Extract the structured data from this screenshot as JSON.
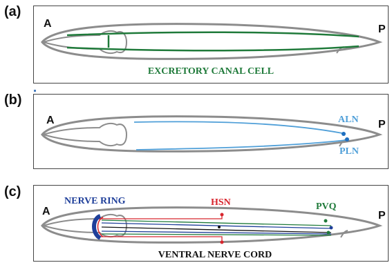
{
  "panels": {
    "a": {
      "label": "(a)",
      "anterior": "A",
      "posterior": "P",
      "caption": "EXCRETORY CANAL CELL"
    },
    "b": {
      "label": "(b)",
      "anterior": "A",
      "posterior": "P",
      "neuron_upper": "ALN",
      "neuron_lower": "PLN"
    },
    "c": {
      "label": "(c)",
      "anterior": "A",
      "posterior": "P",
      "nerve_ring": "NERVE RING",
      "hsn": "HSN",
      "pvq": "PVQ",
      "caption": "VENTRAL NERVE CORD"
    }
  },
  "colors": {
    "outline": "#8c8c8c",
    "excretory": "#1f7a3a",
    "aln_pln": "#4f9fd8",
    "nerve_ring": "#1f3f9a",
    "hsn": "#d8262e",
    "pvq": "#1f7a3a",
    "text_dark": "#111111"
  }
}
